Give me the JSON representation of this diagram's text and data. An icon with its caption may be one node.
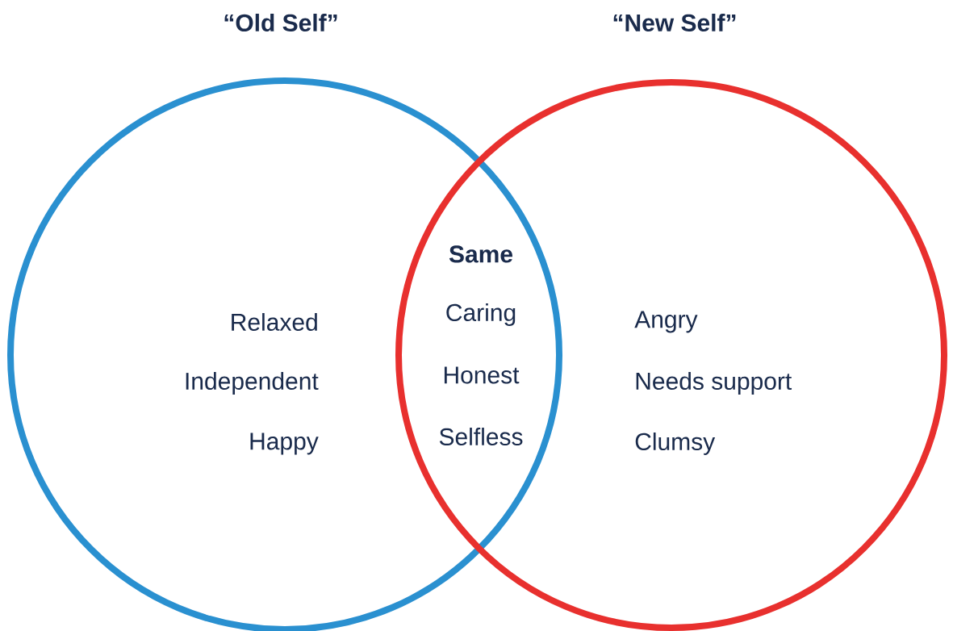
{
  "diagram": {
    "nodes": [
      {
        "text": [
          "“Old Self”",
          "Relaxed",
          "Independent",
          "Happy"
        ]
      },
      {
        "text": [
          "“New Self”",
          "Angry",
          "Needs support",
          "Clumsy"
        ]
      }
    ],
    "labels": [
      "Same",
      "Caring",
      "Honest",
      "Selfless"
    ]
  }
}
